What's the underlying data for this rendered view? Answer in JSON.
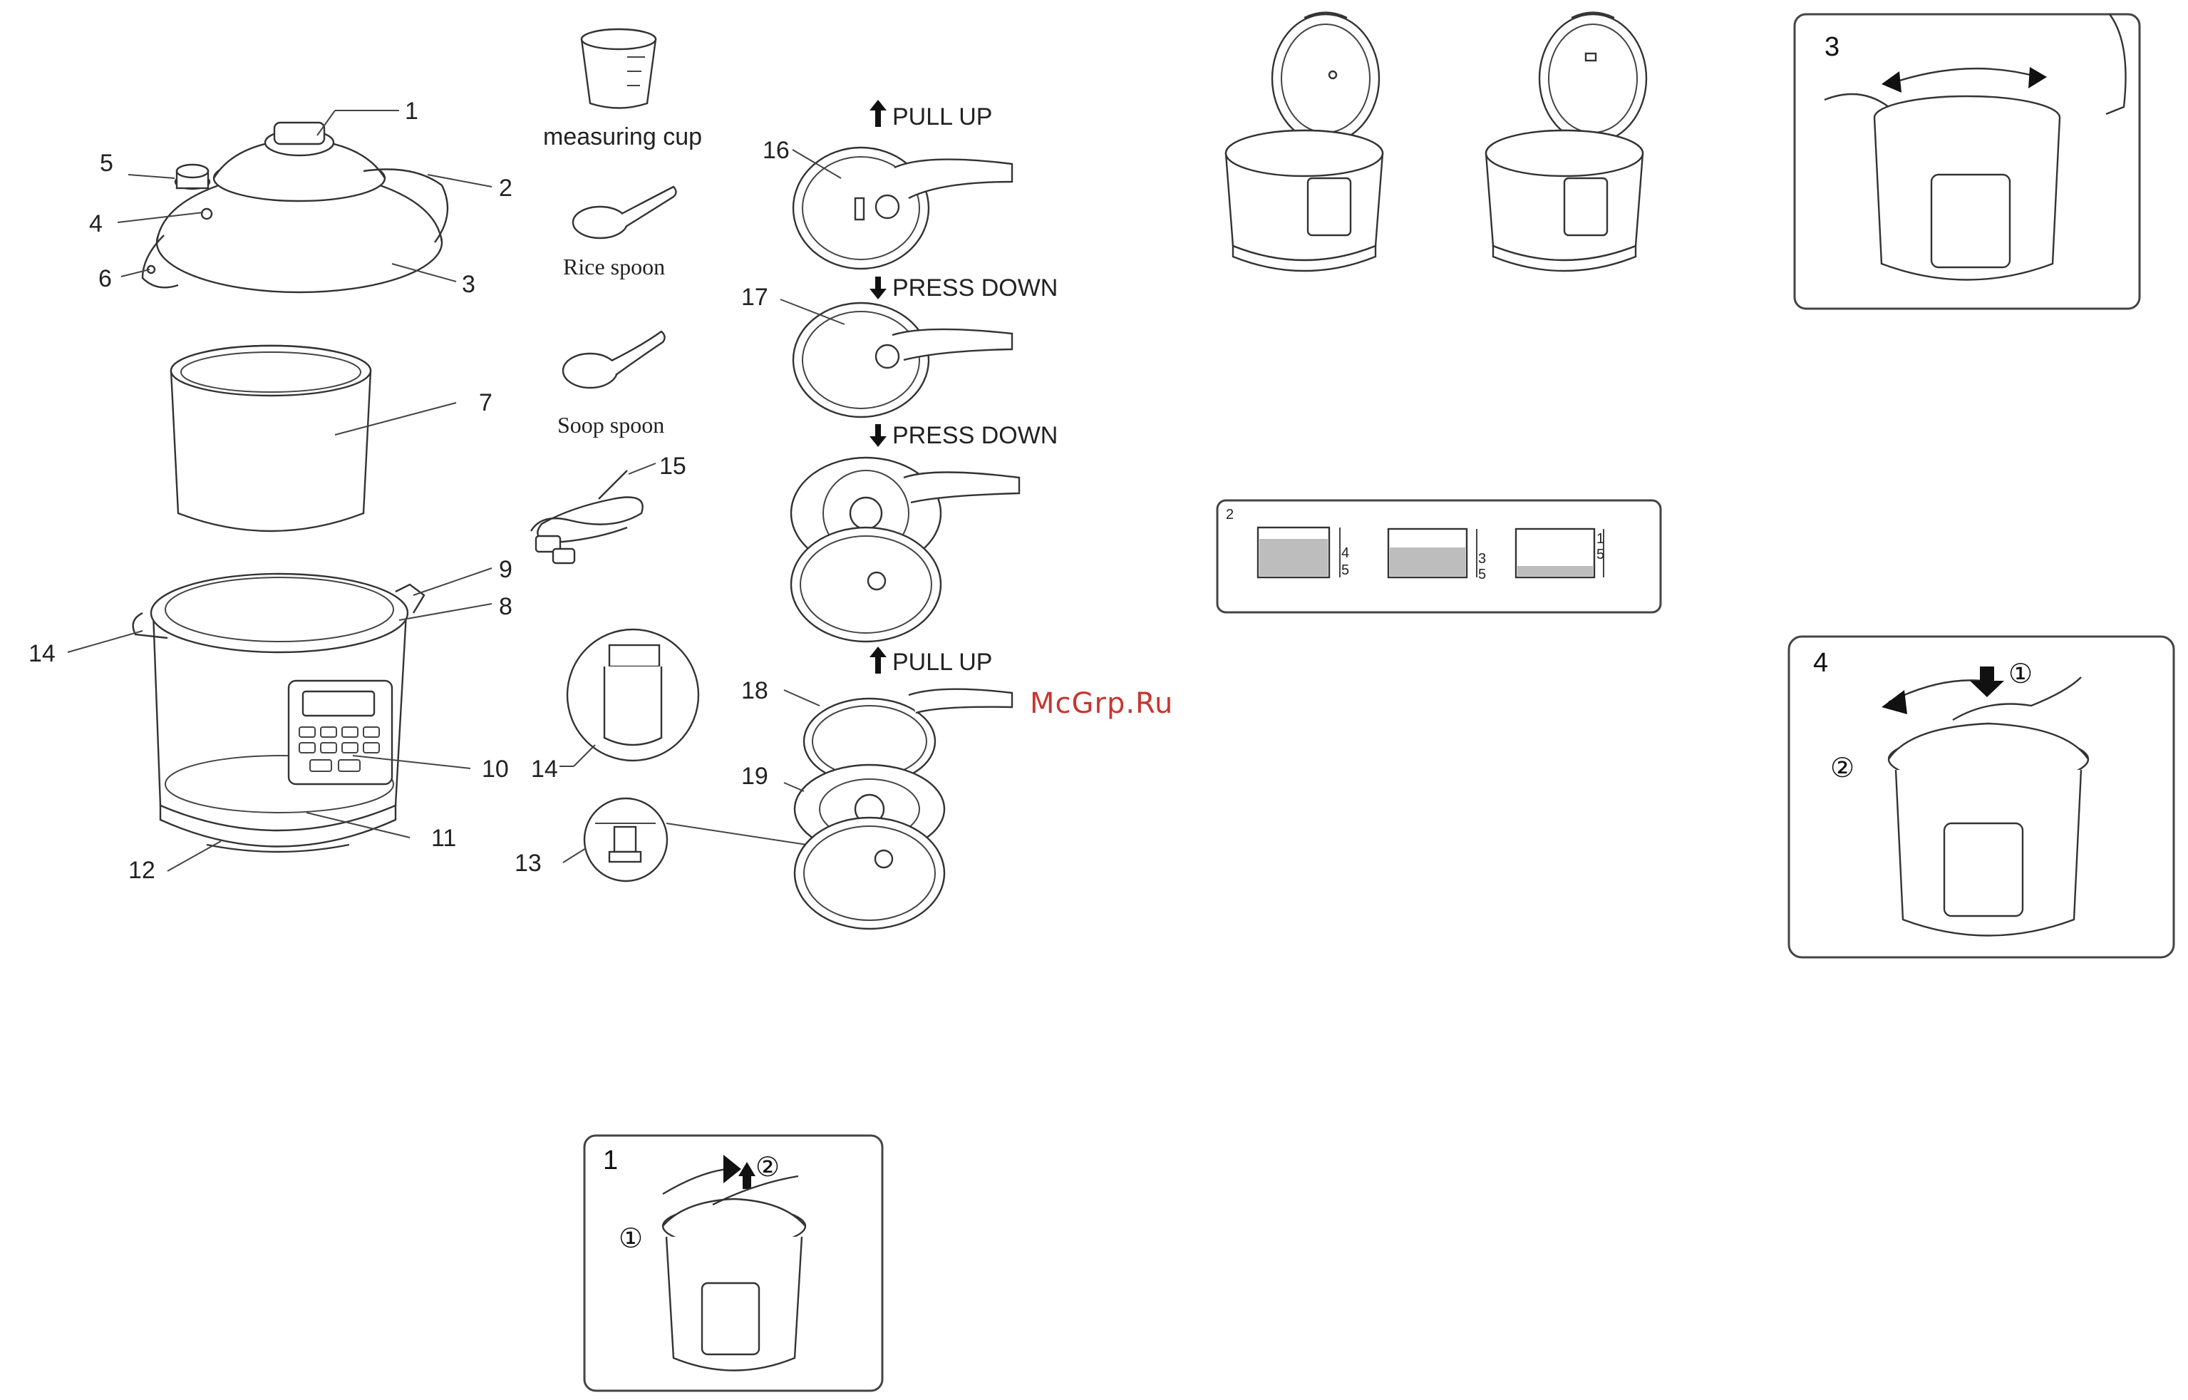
{
  "parts": {
    "n1": "1",
    "n2": "2",
    "n3": "3",
    "n4": "4",
    "n5": "5",
    "n6": "6",
    "n7": "7",
    "n8": "8",
    "n9": "9",
    "n10": "10",
    "n11": "11",
    "n12": "12",
    "n13": "13",
    "n14a": "14",
    "n14b": "14",
    "n15": "15",
    "n16": "16",
    "n17": "17",
    "n18": "18",
    "n19": "19"
  },
  "accessories": {
    "measuring_cup": "measuring cup",
    "rice_spoon": "Rice spoon",
    "soop_spoon": "Soop spoon"
  },
  "steps": {
    "pull_up_1": "PULL UP",
    "press_down_1": "PRESS DOWN",
    "press_down_2": "PRESS DOWN",
    "pull_up_2": "PULL UP"
  },
  "panels": {
    "p1": "1",
    "p2": "2",
    "p3": "3",
    "p4": "4",
    "circ1": "①",
    "circ2": "②"
  },
  "fill_levels": {
    "a_num": "4",
    "a_den": "5",
    "b_num": "3",
    "b_den": "5",
    "c_num": "1",
    "c_den": "5"
  },
  "watermark": "McGrp.Ru",
  "colors": {
    "watermark": "#c8362f",
    "line": "#333333",
    "shade": "#bdbdbd"
  }
}
